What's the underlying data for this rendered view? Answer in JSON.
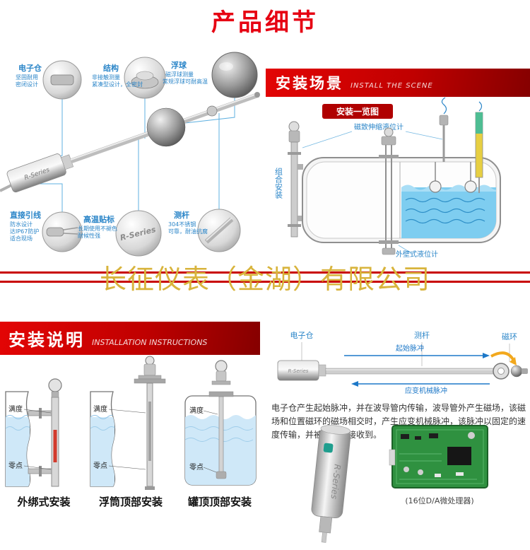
{
  "page": {
    "title": "产品细节",
    "watermark": "长征仪表（金湖）有限公司"
  },
  "product": {
    "series_label": "R-Series"
  },
  "detail_diagram": {
    "callouts": {
      "electronics": {
        "label": "电子仓",
        "line1": "坚固耐用",
        "line2": "密闭设计"
      },
      "structure": {
        "label": "结构",
        "line1": "非接触测量",
        "line2": "紧凑型设计，全密封"
      },
      "float_ball": {
        "label": "浮球",
        "line1": "磁浮球测量",
        "line2": "常规浮球可耐高温"
      },
      "direct_lead": {
        "label": "直接引线",
        "line1": "防水设计",
        "line2": "达IP67防护",
        "line3": "适合现场"
      },
      "sticker": {
        "label": "高温贴标",
        "line1": "长期使用不褪色",
        "line2": "耐候性强"
      },
      "rod": {
        "label": "测杆",
        "line1": "304不锈钢",
        "line2": "可靠，耐油抗腐"
      }
    }
  },
  "install_scene": {
    "banner_cn": "安装场景",
    "banner_en": "INSTALL THE SCENE",
    "badge": "安装一览图",
    "label_magnetostrictive": "磁致伸缩液位计",
    "label_combined": "组合安装",
    "label_external_wall": "外壁式液位计"
  },
  "install_instructions": {
    "banner_cn": "安装说明",
    "banner_en": "INSTALLATION INSTRUCTIONS",
    "full_label": "满度",
    "zero_label": "零点",
    "diagrams": [
      {
        "caption": "外绑式安装"
      },
      {
        "caption": "浮筒顶部安装"
      },
      {
        "caption": "罐顶顶部安装"
      }
    ]
  },
  "principle": {
    "label_electronics": "电子仓",
    "label_rod": "测杆",
    "label_ring": "磁环",
    "start_pulse": "起始脉冲",
    "strain_pulse": "应变机械脉冲",
    "description": "电子仓产生起始脉冲，并在波导管内传输，波导管外产生磁场，该磁场和位置磁环的磁场相交时，产生应变机械脉冲，该脉冲以固定的速度传输，并被电子仓接收到。",
    "pcb_caption": "(16位D/A微处理器)"
  },
  "colors": {
    "title_red": "#e60012",
    "banner_red": "#c00000",
    "label_blue": "#2a85c8",
    "watermark_gold": "#d8b43c",
    "water_blue": "#7ecdf0",
    "pcb_green": "#2f9140"
  }
}
